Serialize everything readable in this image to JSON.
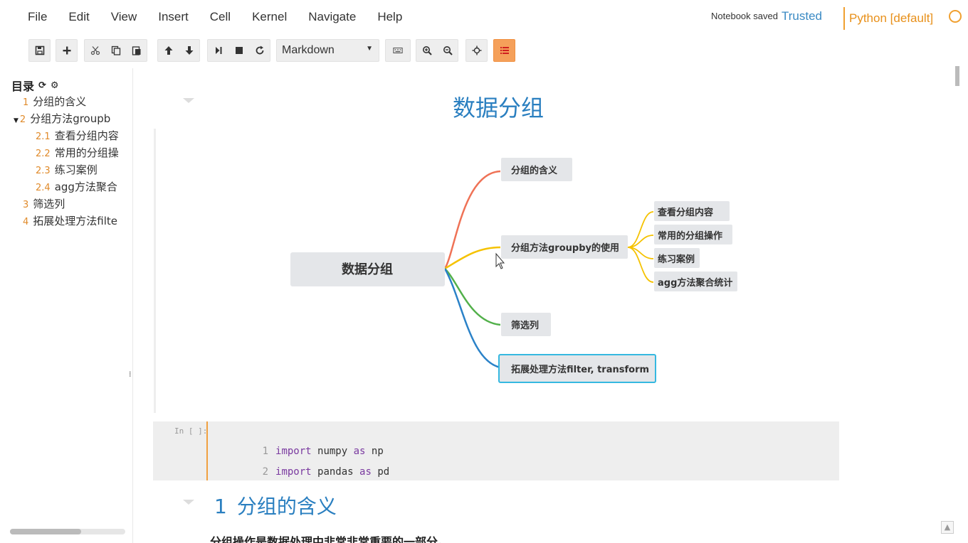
{
  "menubar": {
    "items": [
      "File",
      "Edit",
      "View",
      "Insert",
      "Cell",
      "Kernel",
      "Navigate",
      "Help"
    ],
    "saved_status": "Notebook saved",
    "trusted": "Trusted",
    "kernel": "Python [default]"
  },
  "toolbar": {
    "cell_type": "Markdown",
    "icons": [
      "save-icon",
      "add-icon",
      "cut-icon",
      "copy-icon",
      "paste-icon",
      "move-up-icon",
      "move-down-icon",
      "run-icon",
      "stop-icon",
      "restart-icon",
      "keyboard-icon",
      "zoom-in-icon",
      "zoom-out-icon",
      "crosshair-icon",
      "toc-icon"
    ]
  },
  "toc": {
    "title": "目录",
    "items": [
      {
        "num": "1",
        "label": "分组的含义"
      },
      {
        "num": "2",
        "label": "分组方法groupb"
      },
      {
        "num": "2.1",
        "label": "查看分组内容"
      },
      {
        "num": "2.2",
        "label": "常用的分组操"
      },
      {
        "num": "2.3",
        "label": "练习案例"
      },
      {
        "num": "2.4",
        "label": "agg方法聚合"
      },
      {
        "num": "3",
        "label": "筛选列"
      },
      {
        "num": "4",
        "label": "拓展处理方法filte"
      }
    ]
  },
  "notebook": {
    "title": "数据分组",
    "mindmap": {
      "root": "数据分组",
      "branches": [
        "分组的含义",
        "分组方法groupby的使用",
        "筛选列",
        "拓展处理方法filter, transform"
      ],
      "sub_branches": [
        "查看分组内容",
        "常用的分组操作",
        "练习案例",
        "agg方法聚合统计"
      ],
      "colors": {
        "root": "#e4e6e9",
        "branch1": "#ef7256",
        "branch2": "#f5c200",
        "branch3": "#52b04a",
        "branch4": "#2b82c8",
        "selected": "#35b8e0"
      }
    },
    "code_cell": {
      "prompt": "In [ ]:",
      "lines": [
        {
          "num": "1",
          "kw1": "import",
          "mod": " numpy ",
          "kw2": "as",
          "alias": " np"
        },
        {
          "num": "2",
          "kw1": "import",
          "mod": " pandas ",
          "kw2": "as",
          "alias": " pd"
        }
      ]
    },
    "section_num": "1",
    "section_title": "分组的含义",
    "paragraph": "分组操作是数据处理中非常非常重要的一部分。"
  }
}
